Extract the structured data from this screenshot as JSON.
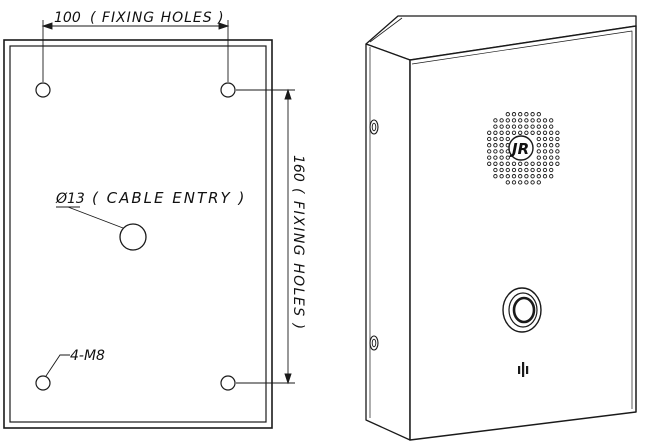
{
  "drawing": {
    "top_dimension": {
      "value": "100",
      "note": "( FIXING HOLES )"
    },
    "side_dimension": {
      "value": "160",
      "note": "( FIXING HOLES )"
    },
    "cable_entry": {
      "diameter": "Ø13",
      "note": "( CABLE ENTRY )"
    },
    "hole_callout": "4-M8",
    "speaker_logo": "JR",
    "colors": {
      "line": "#1a1a1a",
      "background": "#ffffff"
    },
    "icons": [
      "mounting-hole-icon",
      "speaker-grille-icon",
      "call-button-icon",
      "microphone-icon",
      "brand-logo-icon"
    ]
  }
}
